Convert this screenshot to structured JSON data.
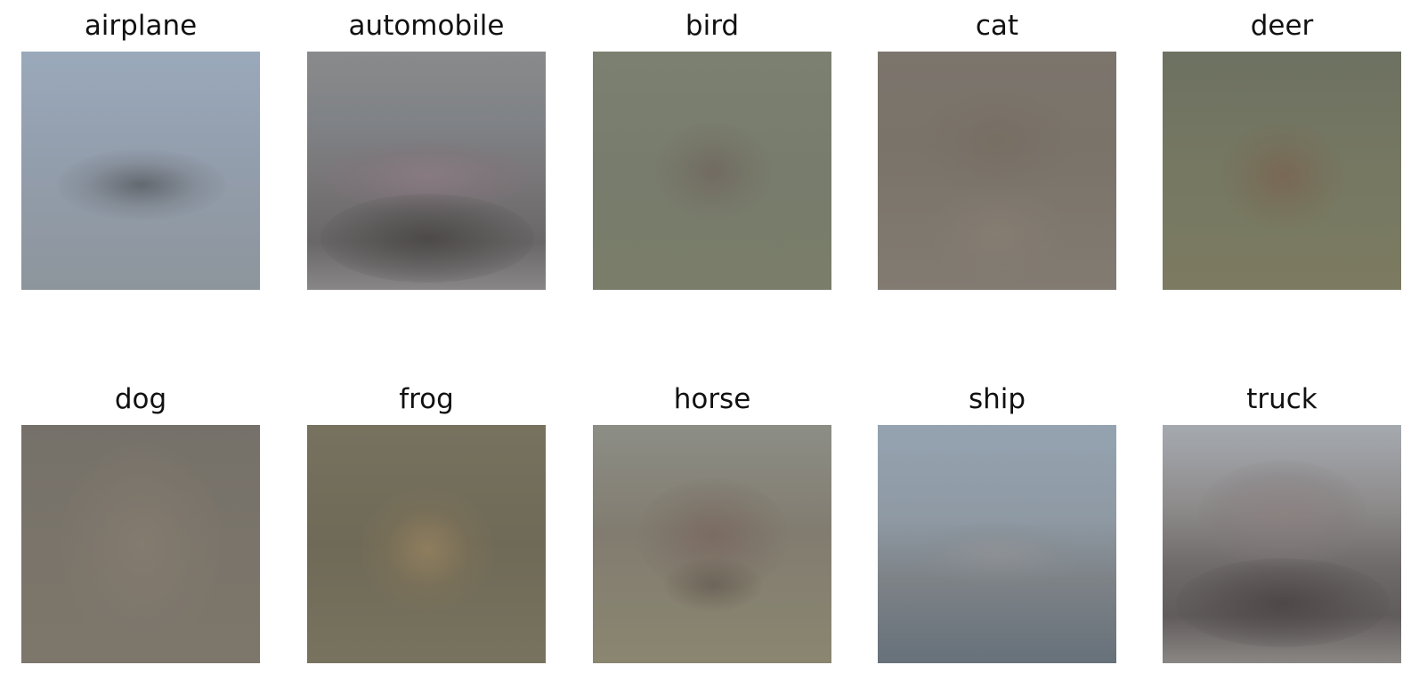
{
  "grid": {
    "rows": [
      [
        {
          "title": "airplane",
          "icon": "airplane-mean-image"
        },
        {
          "title": "automobile",
          "icon": "automobile-mean-image"
        },
        {
          "title": "bird",
          "icon": "bird-mean-image"
        },
        {
          "title": "cat",
          "icon": "cat-mean-image"
        },
        {
          "title": "deer",
          "icon": "deer-mean-image"
        }
      ],
      [
        {
          "title": "dog",
          "icon": "dog-mean-image"
        },
        {
          "title": "frog",
          "icon": "frog-mean-image"
        },
        {
          "title": "horse",
          "icon": "horse-mean-image"
        },
        {
          "title": "ship",
          "icon": "ship-mean-image"
        },
        {
          "title": "truck",
          "icon": "truck-mean-image"
        }
      ]
    ]
  }
}
